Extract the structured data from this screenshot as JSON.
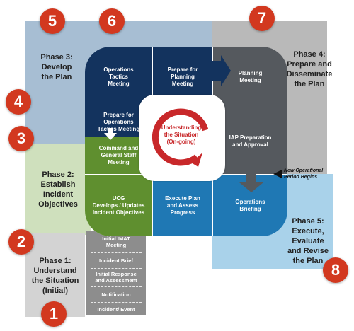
{
  "colors": {
    "quadrant_phase3": "#a7bed3",
    "quadrant_phase4": "#b9b9b9",
    "quadrant_phase2": "#cfe0bd",
    "quadrant_phase5": "#a9d2ea",
    "quadrant_phase1": "#d3d3d3",
    "navy": "#13335e",
    "gray_dark": "#55595e",
    "green": "#5f8f2f",
    "blue": "#1f78b4",
    "stack_gray": "#8d8d8d",
    "badge_red": "#d2381f",
    "cycle_red": "#c8282a"
  },
  "badges": [
    "1",
    "2",
    "3",
    "4",
    "5",
    "6",
    "7",
    "8"
  ],
  "phases": {
    "phase1": [
      "Phase 1:",
      "Understand",
      "the Situation",
      "(Initial)"
    ],
    "phase2": [
      "Phase 2:",
      "Establish",
      "Incident",
      "Objectives"
    ],
    "phase3": [
      "Phase 3:",
      "Develop",
      "the Plan"
    ],
    "phase4": [
      "Phase 4:",
      "Prepare and",
      "Disseminate",
      "the Plan"
    ],
    "phase5": [
      "Phase 5:",
      "Execute,",
      "Evaluate",
      "and Revise",
      "the Plan"
    ]
  },
  "tiles": {
    "ops_tactics": [
      "Operations",
      "Tactics",
      "Meeting"
    ],
    "prepare_planning": [
      "Prepare for",
      "Planning",
      "Meeting"
    ],
    "planning_meeting": [
      "Planning",
      "Meeting"
    ],
    "prepare_ops_tactics": [
      "Prepare for",
      "Operations",
      "Tactics Meeting"
    ],
    "iap_prep": [
      "IAP Preparation",
      "and Approval"
    ],
    "command_staff": [
      "Command and",
      "General Staff",
      "Meeting"
    ],
    "ucg": [
      "UCG",
      "Develops / Updates",
      "Incident Objectives"
    ],
    "execute": [
      "Execute Plan",
      "and Assess",
      "Progress"
    ],
    "ops_briefing": [
      "Operations",
      "Briefing"
    ]
  },
  "center": [
    "Understanding",
    "the Situation",
    "(On-going)"
  ],
  "callout": [
    "New Operational",
    "Period Begins"
  ],
  "stack": [
    [
      "Initial IMAT",
      "Meeting"
    ],
    [
      "Incident Brief"
    ],
    [
      "Initial Response",
      "and Assessment"
    ],
    [
      "Notification"
    ],
    [
      "Incident/ Event"
    ]
  ]
}
